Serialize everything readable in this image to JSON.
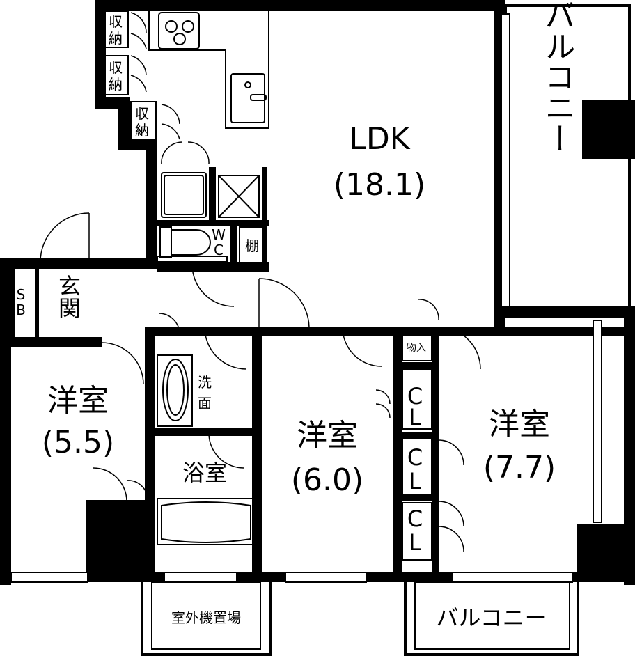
{
  "rooms": {
    "ldk_name": "LDK",
    "ldk_size": "(18.1)",
    "balcony_main": "バルコニー",
    "balcony_bottom": "バルコニー",
    "outdoor_unit": "室外機置場",
    "entrance": "玄関",
    "shoe_box_s": "S",
    "shoe_box_b": "B",
    "western_left": "洋室",
    "western_left_size": "(5.5)",
    "western_mid": "洋室",
    "western_mid_size": "(6.0)",
    "western_right": "洋室",
    "western_right_size": "(7.7)",
    "washroom_1": "洗",
    "washroom_2": "面",
    "bath": "浴室",
    "wc_w": "W",
    "wc_c": "C",
    "shelf": "棚",
    "storage": "収納",
    "storage_a": "収",
    "storage_b": "納",
    "closet": "CL",
    "closet_c": "C",
    "closet_l": "L",
    "mono_ire": "物入"
  }
}
